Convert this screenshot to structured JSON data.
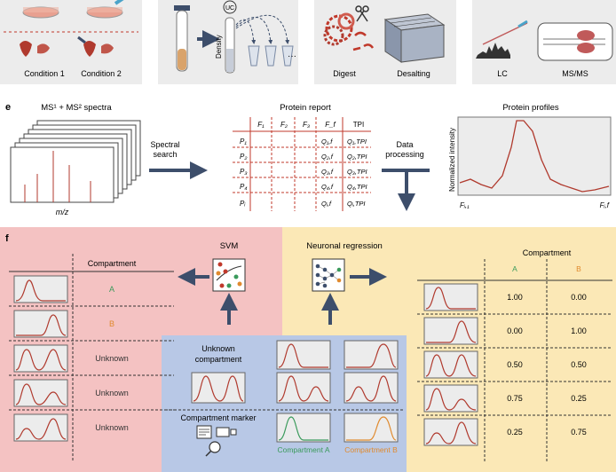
{
  "colors": {
    "red_line": "#b03a2e",
    "pink_panel": "#f4c2c2",
    "yellow_panel": "#fbe8b6",
    "blue_panel": "#b8c8e6",
    "arrow": "#3d4e6b",
    "gray_panel": "#ececec",
    "green_marker": "#3a9a5b",
    "orange_marker": "#e08a2e"
  },
  "top_row": {
    "condition_1": "Condition 1",
    "condition_2": "Condition 2",
    "uc": "UC",
    "density": "Density",
    "ellipsis": "···",
    "digest": "Digest",
    "desalting": "Desalting",
    "lc": "LC",
    "msms": "MS/MS"
  },
  "panel_e": {
    "letter": "e",
    "spectra_title_html": "MS¹ + MS² spectra",
    "mz_label": "m/z",
    "spectral_search_line1": "Spectral",
    "spectral_search_line2": "search",
    "protein_report_title": "Protein report",
    "col_headers": [
      "F₁",
      "F₂",
      "F₃",
      "F_f",
      "TPI"
    ],
    "rows": [
      "P₁",
      "P₂",
      "P₃",
      "P₄",
      "Pᵢ"
    ],
    "q_cells": [
      "Q₁,f",
      "Q₂,f",
      "Q₃,f",
      "Q₄,f",
      "Qᵢ,f"
    ],
    "tpi_cells": [
      "Q₁,TPI",
      "Q₂,TPI",
      "Q₃,TPI",
      "Q₄,TPI",
      "Qᵢ,TPI"
    ],
    "data_processing_line1": "Data",
    "data_processing_line2": "processing",
    "profiles_title": "Protein profiles",
    "y_axis_label": "Normalized intensity",
    "x_start": "Fᵢ,₁",
    "x_end": "Fᵢ,f"
  },
  "panel_f": {
    "letter": "f",
    "svm_label": "SVM",
    "neuronal_label": "Neuronal regression",
    "left_table_header": "Compartment",
    "left_rows": [
      "A",
      "B",
      "Unknown",
      "Unknown",
      "Unknown"
    ],
    "left_row_colors": [
      "#3a9a5b",
      "#e08a2e",
      "#333333",
      "#333333",
      "#333333"
    ],
    "center_unknown_line1": "Unknown",
    "center_unknown_line2": "compartment",
    "center_marker": "Compartment marker",
    "compartment_a": "Compartment A",
    "compartment_b": "Compartment B",
    "right_header": "Compartment",
    "right_col_a": "A",
    "right_col_b": "B",
    "right_rows": [
      {
        "a": "1.00",
        "b": "0.00"
      },
      {
        "a": "0.00",
        "b": "1.00"
      },
      {
        "a": "0.50",
        "b": "0.50"
      },
      {
        "a": "0.75",
        "b": "0.25"
      },
      {
        "a": "0.25",
        "b": "0.75"
      }
    ]
  }
}
